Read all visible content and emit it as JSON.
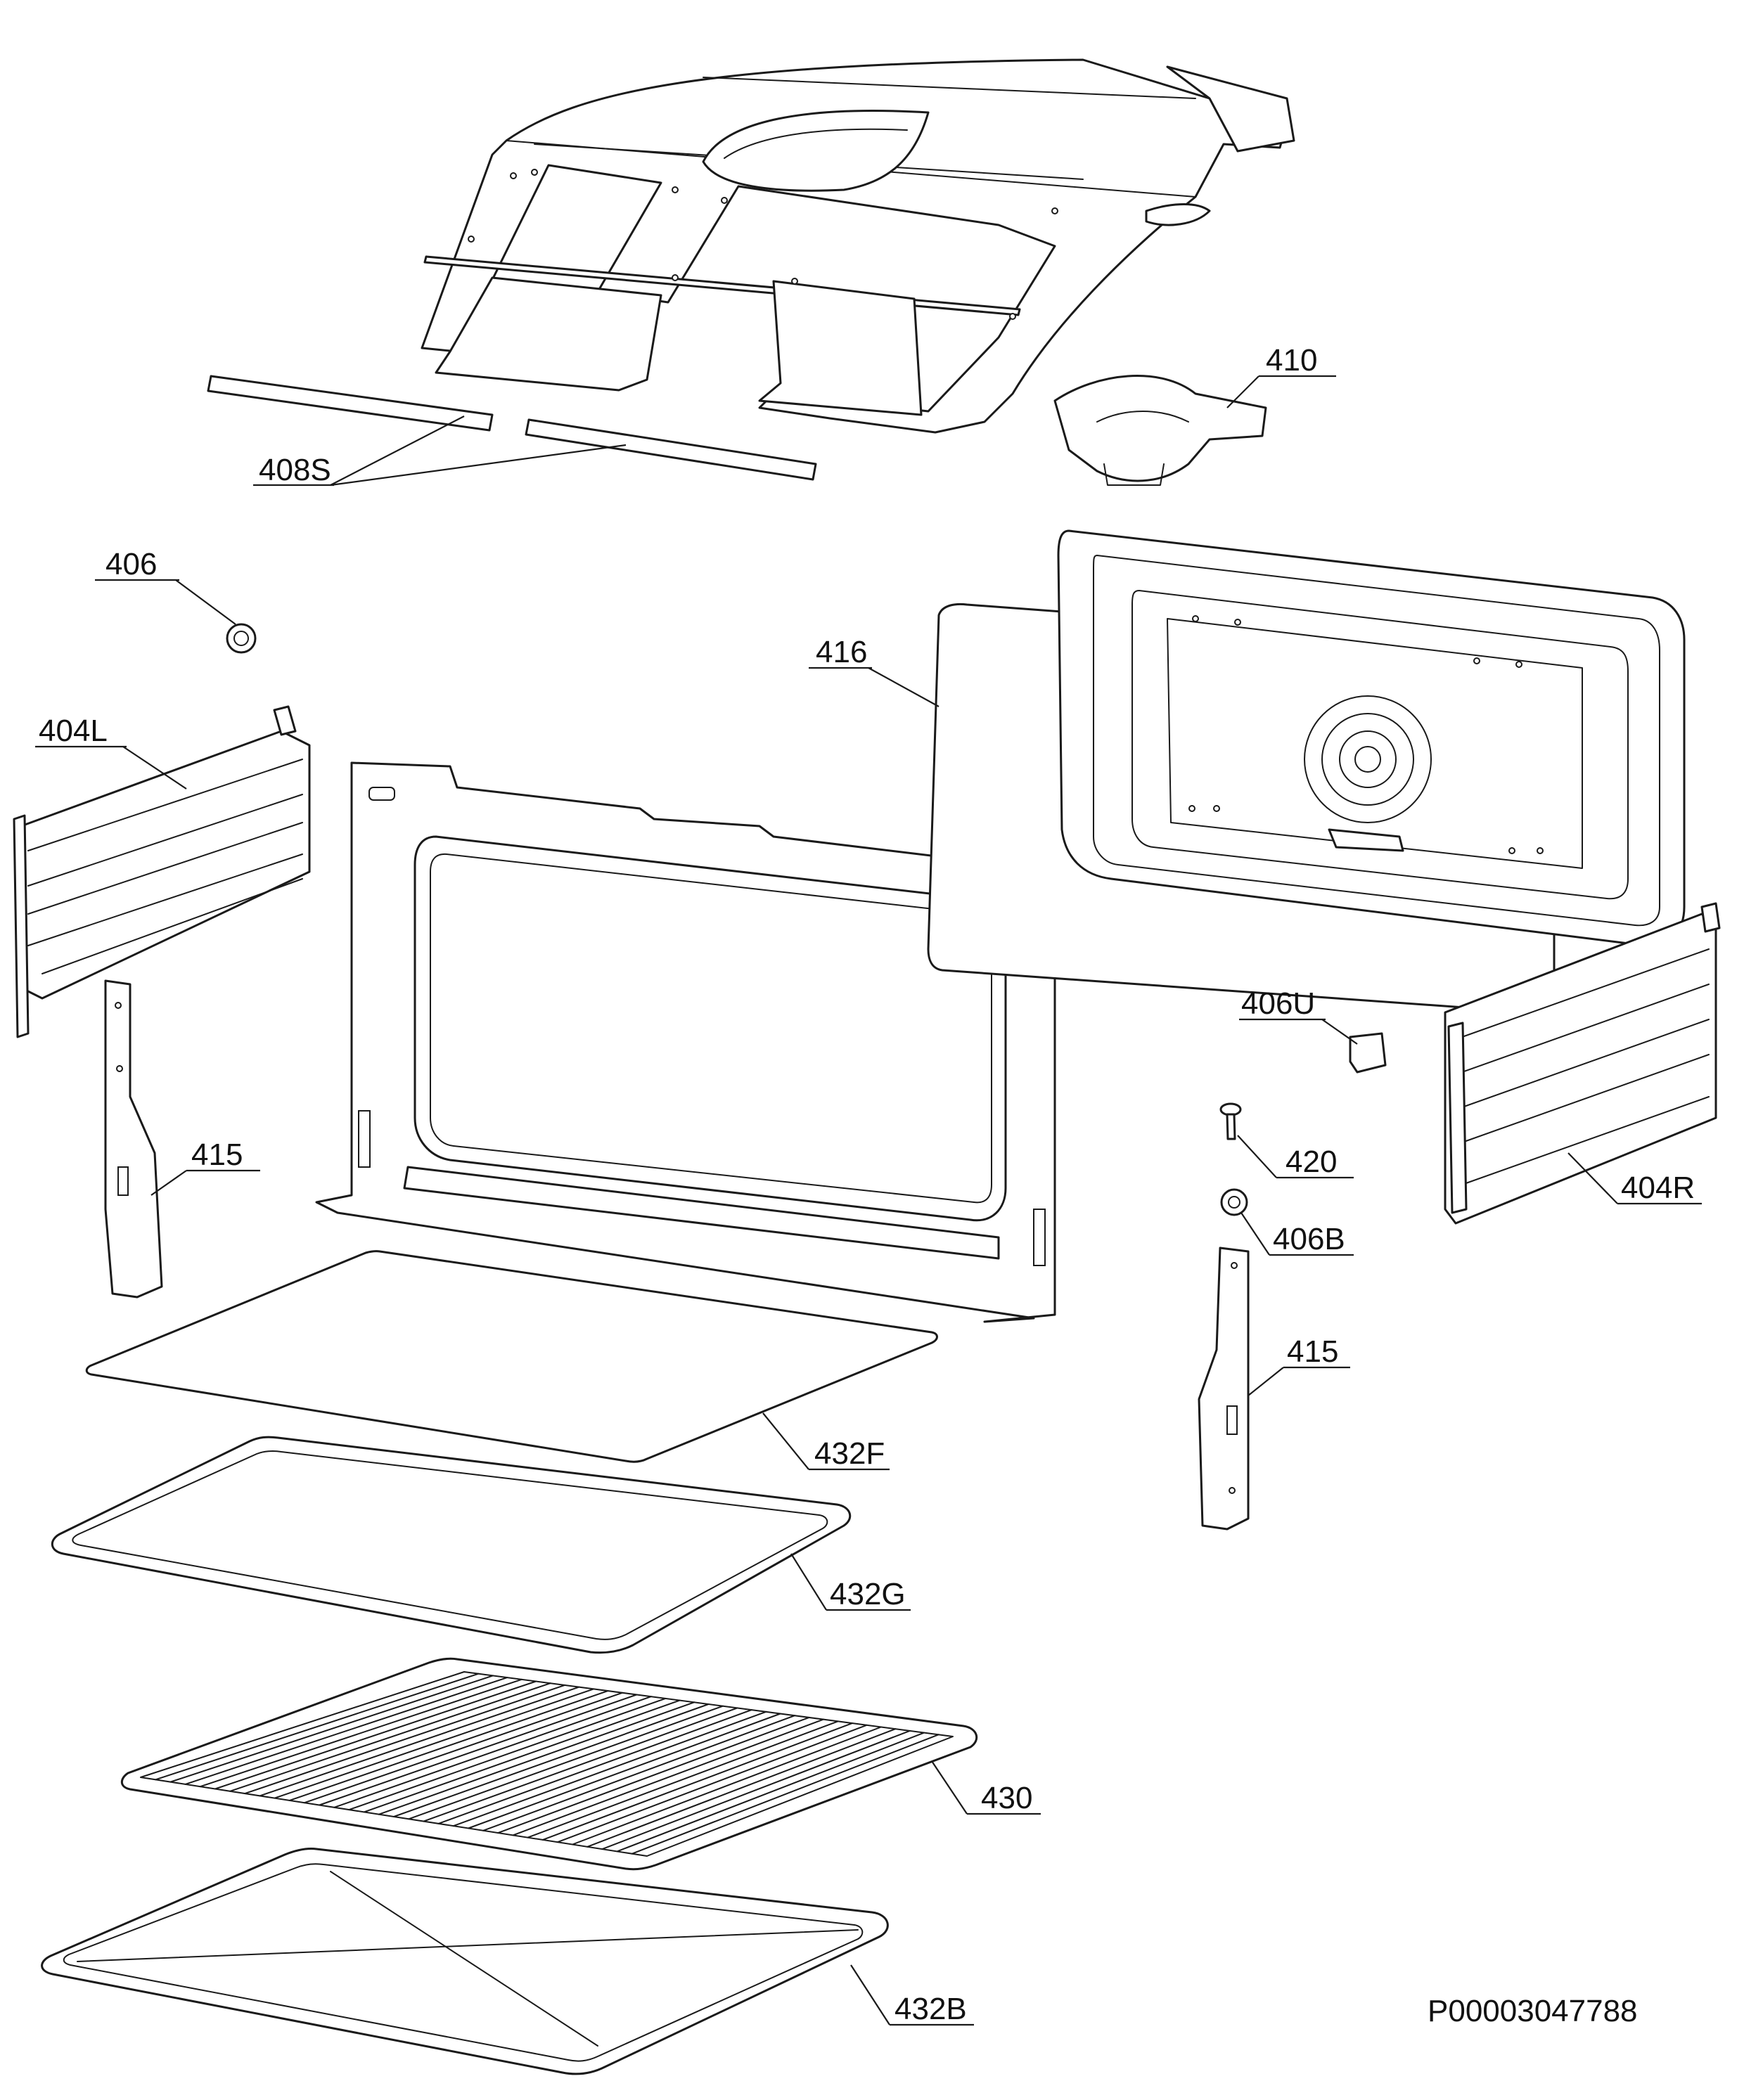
{
  "diagram": {
    "document_number": "P00003047788",
    "callouts": [
      {
        "id": "c-408S",
        "label": "408S"
      },
      {
        "id": "c-410",
        "label": "410"
      },
      {
        "id": "c-406",
        "label": "406"
      },
      {
        "id": "c-416",
        "label": "416"
      },
      {
        "id": "c-404L",
        "label": "404L"
      },
      {
        "id": "c-415a",
        "label": "415"
      },
      {
        "id": "c-406U",
        "label": "406U"
      },
      {
        "id": "c-420",
        "label": "420"
      },
      {
        "id": "c-406B",
        "label": "406B"
      },
      {
        "id": "c-404R",
        "label": "404R"
      },
      {
        "id": "c-415b",
        "label": "415"
      },
      {
        "id": "c-432F",
        "label": "432F"
      },
      {
        "id": "c-432G",
        "label": "432G"
      },
      {
        "id": "c-430",
        "label": "430"
      },
      {
        "id": "c-432B",
        "label": "432B"
      }
    ]
  }
}
